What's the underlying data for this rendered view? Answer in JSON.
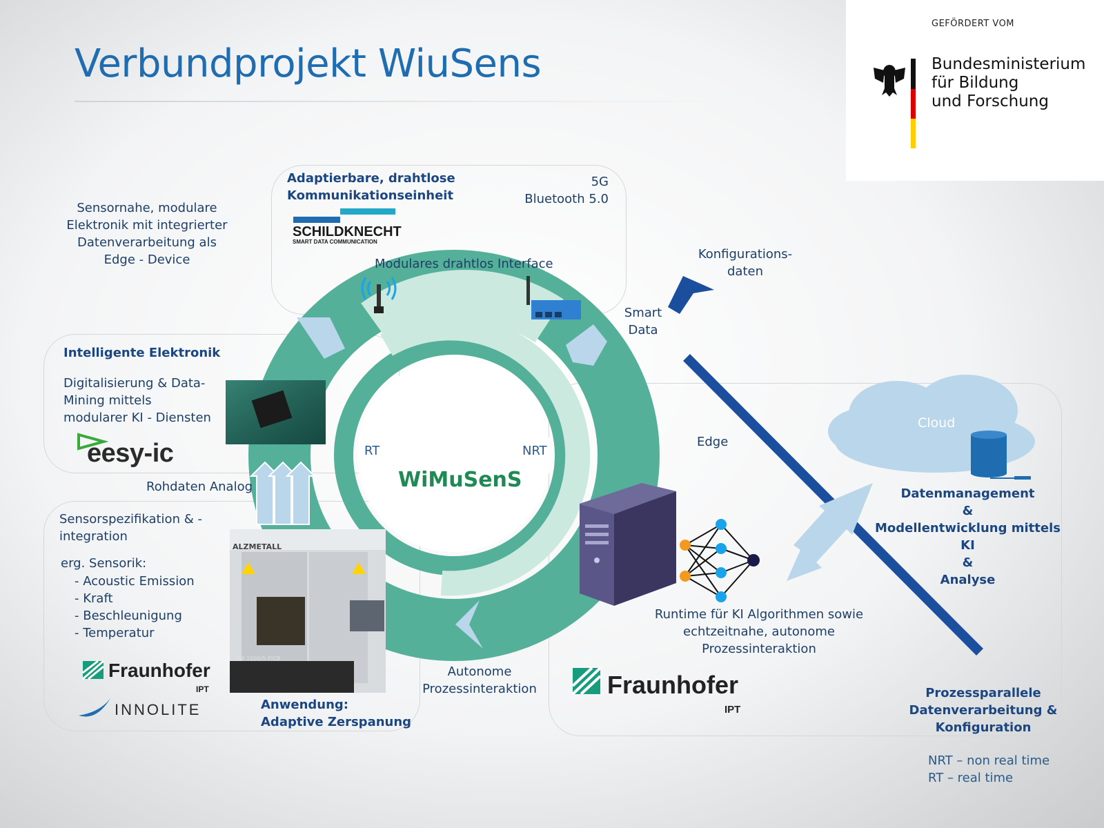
{
  "title": "Verbundprojekt WiuSens",
  "funder": {
    "label": "GEFÖRDERT VOM",
    "name_line1": "Bundesministerium",
    "name_line2": "für Bildung",
    "name_line3": "und Forschung"
  },
  "edge_device": {
    "line1": "Sensornahe, modulare",
    "line2": "Elektronik mit integrierter",
    "line3": "Datenverarbeitung als",
    "line4": "Edge - Device"
  },
  "comm_unit": {
    "title_line1": "Adaptierbare, drahtlose",
    "title_line2": "Kommunikationseinheit",
    "protocol1": "5G",
    "protocol2": "Bluetooth 5.0",
    "partner_logo": "SCHILDKNECHT",
    "partner_tagline": "SMART DATA COMMUNICATION",
    "interface_label": "Modulares drahtlos Interface"
  },
  "konfig": {
    "line1": "Konfigurations-",
    "line2": "daten"
  },
  "smart_data": {
    "line1": "Smart",
    "line2": "Data"
  },
  "intelligent": {
    "title": "Intelligente Elektronik",
    "line1": "Digitalisierung & Data-",
    "line2": "Mining mittels",
    "line3": "modularer KI - Diensten",
    "partner_logo": "eesy-ic"
  },
  "ring": {
    "center_label": "WiMuSenS",
    "rt_label": "RT",
    "nrt_label": "NRT"
  },
  "edge_label": "Edge",
  "rohdaten": "Rohdaten Analog",
  "sensor": {
    "title_line1": "Sensorspezifikation & -",
    "title_line2": "integration",
    "extra_title": "erg. Sensorik:",
    "items": [
      "- Acoustic Emission",
      "- Kraft",
      "- Beschleunigung",
      "- Temperatur"
    ],
    "logo1": "Fraunhofer",
    "logo1_sub": "IPT",
    "logo2": "INNOLITE"
  },
  "machine": {
    "brand": "ALZMETALL",
    "model": "GX 1000/5-FICB"
  },
  "anwendung": {
    "line1": "Anwendung:",
    "line2": "Adaptive Zerspanung"
  },
  "autonome": {
    "line1": "Autonome",
    "line2": "Prozessinteraktion"
  },
  "runtime": {
    "line1": "Runtime für KI Algorithmen sowie",
    "line2": "echtzeitnahe, autonome",
    "line3": "Prozessinteraktion",
    "logo": "Fraunhofer",
    "logo_sub": "IPT"
  },
  "cloud": {
    "label": "Cloud",
    "line1": "Datenmanagement",
    "line2": "&",
    "line3": "Modellentwicklung mittels KI",
    "line4": "&",
    "line5": "Analyse"
  },
  "prozess": {
    "line1": "Prozessparallele",
    "line2": "Datenverarbeitung &",
    "line3": "Konfiguration"
  },
  "legend": {
    "nrt": "NRT – non real time",
    "rt": "RT – real time"
  },
  "colors": {
    "title_blue": "#1f6db0",
    "ring_green": "#55b09a",
    "ring_light": "#cbe9df",
    "arrow_light": "#b9d6ea",
    "dark_blue": "#1b4e9c",
    "wimusens_green": "#1f8a55",
    "text_navy": "#1d3f66"
  }
}
